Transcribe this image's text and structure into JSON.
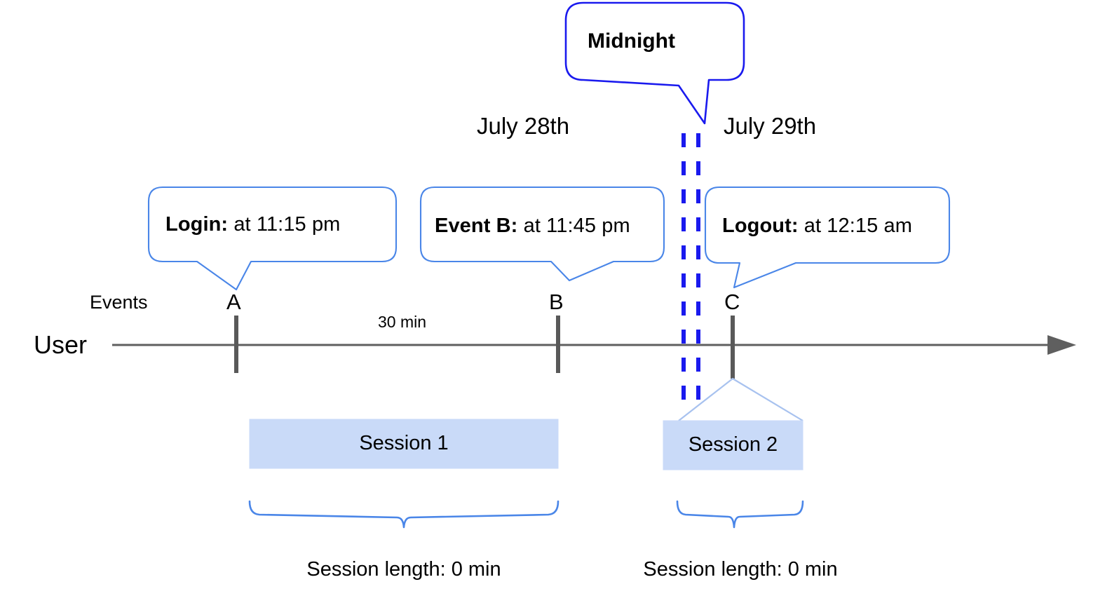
{
  "diagram": {
    "title": "User session timeline across midnight",
    "colors": {
      "midnight_border": "#1a1aee",
      "midnight_dash": "#1a1aee",
      "callout_border": "#4a86e8",
      "brace": "#4a86e8",
      "session_fill": "#c9daf8",
      "session_edge": "#a8c2ef",
      "axis": "#5f5f5f",
      "marker": "#595959",
      "text": "#000000",
      "background": "#ffffff"
    }
  },
  "midnight_callout": {
    "label": "Midnight",
    "icon": "callout-box-icon"
  },
  "dates": [
    {
      "label": "July 28th"
    },
    {
      "label": "July 29th"
    }
  ],
  "event_callouts": [
    {
      "lead": "Login:",
      "detail": " at 11:15 pm"
    },
    {
      "lead": "Event B:",
      "detail": " at 11:45 pm"
    },
    {
      "lead": "Logout:",
      "detail": " at 12:15 am"
    }
  ],
  "axis": {
    "row_label": "User",
    "events_label": "Events",
    "arrow_icon": "arrow-right-icon",
    "markers": [
      {
        "label": "A"
      },
      {
        "label": "B"
      },
      {
        "label": "C"
      }
    ],
    "interval_label": "30 min"
  },
  "sessions": [
    {
      "label": "Session 1",
      "length_label": "Session length: 0 min"
    },
    {
      "label": "Session 2",
      "length_label": "Session length: 0 min"
    }
  ]
}
